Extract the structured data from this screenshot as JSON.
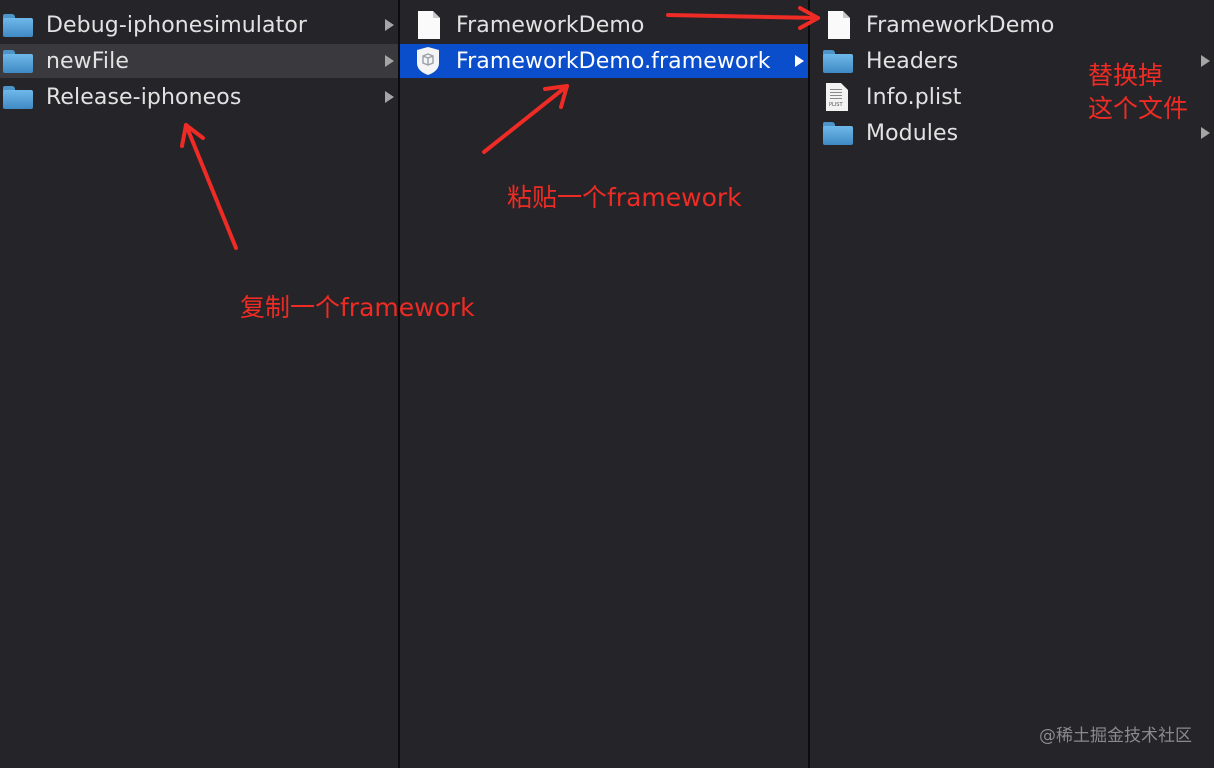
{
  "columns": [
    {
      "items": [
        {
          "label": "Debug-iphonesimulator",
          "type": "folder",
          "has_children": true
        },
        {
          "label": "newFile",
          "type": "folder",
          "has_children": true
        },
        {
          "label": "Release-iphoneos",
          "type": "folder",
          "has_children": true
        }
      ]
    },
    {
      "items": [
        {
          "label": "FrameworkDemo",
          "type": "document",
          "has_children": false
        },
        {
          "label": "FrameworkDemo.framework",
          "type": "framework",
          "has_children": true,
          "selected": true
        }
      ]
    },
    {
      "items": [
        {
          "label": "FrameworkDemo",
          "type": "document",
          "has_children": false
        },
        {
          "label": "Headers",
          "type": "folder",
          "has_children": true
        },
        {
          "label": "Info.plist",
          "type": "plist",
          "has_children": false,
          "icon_text": "PLIST"
        },
        {
          "label": "Modules",
          "type": "folder",
          "has_children": true
        }
      ]
    }
  ],
  "annotations": {
    "copy": "复制一个framework",
    "paste": "粘贴一个framework",
    "replace_line1": "替换掉",
    "replace_line2": "这个文件",
    "color": "#ee2b24"
  },
  "watermark": "@稀土掘金技术社区",
  "colors": {
    "background": "#252428",
    "selection": "#0a4ecb",
    "hover_row": "#3a393d",
    "folder": "#5aa6dc"
  }
}
